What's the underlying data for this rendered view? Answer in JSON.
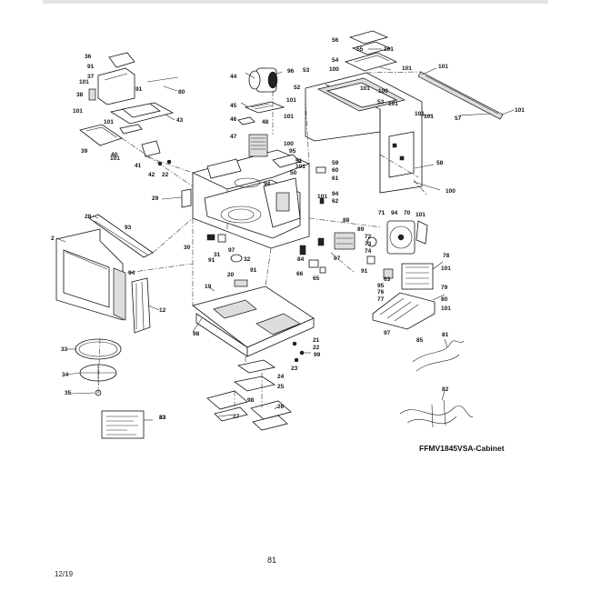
{
  "diagram_title": "FFMV1845VSA-Cabinet",
  "page_number": "81",
  "date": "12/19",
  "callouts": [
    "56",
    "55",
    "101",
    "54",
    "101",
    "101",
    "53",
    "52",
    "100",
    "101",
    "100",
    "101",
    "53",
    "101",
    "57",
    "101",
    "101",
    "58",
    "100",
    "36",
    "91",
    "37",
    "101",
    "38",
    "101",
    "101",
    "91",
    "80",
    "43",
    "39",
    "40",
    "101",
    "41",
    "42",
    "22",
    "96",
    "44",
    "101",
    "45",
    "46",
    "47",
    "48",
    "101",
    "100",
    "95",
    "51",
    "101",
    "50",
    "94",
    "59",
    "60",
    "61",
    "101",
    "94",
    "62",
    "29",
    "28",
    "93",
    "2",
    "94",
    "12",
    "71",
    "94",
    "70",
    "101",
    "78",
    "101",
    "79",
    "80",
    "101",
    "97",
    "85",
    "88",
    "89",
    "72",
    "73",
    "74",
    "91",
    "63",
    "95",
    "76",
    "77",
    "91",
    "30",
    "31",
    "97",
    "32",
    "20",
    "91",
    "19",
    "98",
    "83",
    "84",
    "66",
    "65",
    "67",
    "33",
    "34",
    "35",
    "23",
    "24",
    "25",
    "26",
    "98",
    "27",
    "21",
    "22",
    "99",
    "81",
    "82",
    "83"
  ]
}
